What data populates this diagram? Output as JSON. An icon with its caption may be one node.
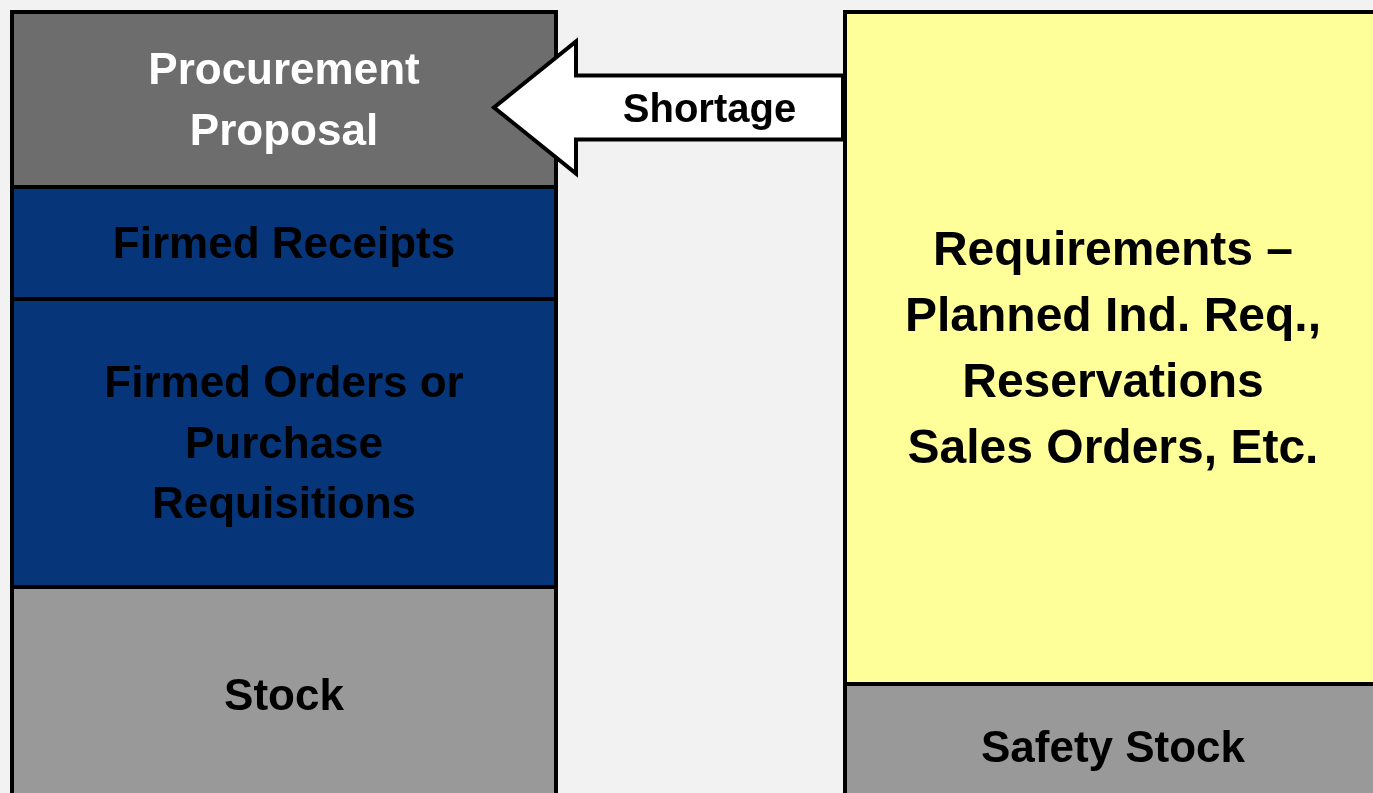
{
  "diagram": {
    "nodes": [
      {
        "text": [
          "Procurement Proposal"
        ]
      },
      {
        "text": [
          "Firmed Receipts"
        ]
      },
      {
        "text": [
          "Firmed Orders or Purchase Requisitions"
        ]
      },
      {
        "text": [
          "Stock"
        ]
      },
      {
        "text": [
          "Requirements – Planned Ind. Req., Reservations Sales Orders, Etc."
        ]
      },
      {
        "text": [
          "Safety Stock"
        ]
      }
    ],
    "edges": [
      {
        "from": 4,
        "to": 0,
        "arrow": "to",
        "label": "Shortage",
        "style": "thick"
      }
    ]
  }
}
